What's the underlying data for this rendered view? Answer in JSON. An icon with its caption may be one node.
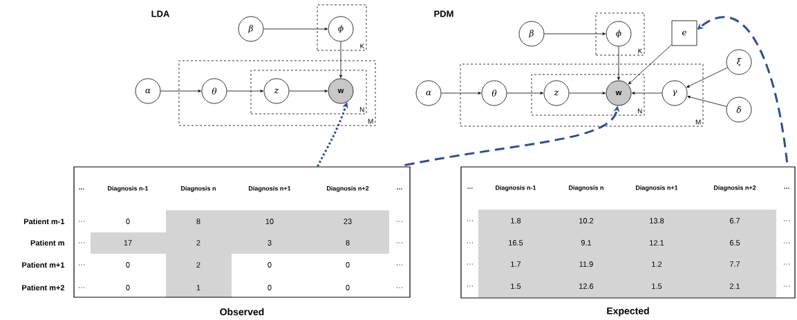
{
  "diagram": {
    "nodes": [
      {
        "text": [
          "K"
        ]
      },
      {
        "text": [
          "β"
        ]
      },
      {
        "text": [
          "ϕ"
        ],
        "in": 0
      },
      {
        "text": [
          "M"
        ]
      },
      {
        "text": [
          "α"
        ]
      },
      {
        "text": [
          "θ"
        ],
        "in": 3
      },
      {
        "text": [
          "N"
        ],
        "in": 3
      },
      {
        "text": [
          "z"
        ],
        "in": 6
      },
      {
        "text": [
          "w"
        ],
        "in": 6
      },
      {
        "text": [
          "K"
        ]
      },
      {
        "text": [
          "β"
        ]
      },
      {
        "text": [
          "ϕ"
        ],
        "in": 9
      },
      {
        "text": [
          "e"
        ]
      },
      {
        "text": [
          "ξ"
        ]
      },
      {
        "text": [
          "M"
        ]
      },
      {
        "text": [
          "α"
        ]
      },
      {
        "text": [
          "θ"
        ],
        "in": 14
      },
      {
        "text": [
          "N"
        ],
        "in": 14
      },
      {
        "text": [
          "z"
        ],
        "in": 17
      },
      {
        "text": [
          "w"
        ],
        "in": 17
      },
      {
        "text": [
          "γ"
        ],
        "in": 14
      },
      {
        "text": [
          "δ"
        ]
      },
      {
        "text": [
          "Observed"
        ]
      },
      {
        "text": [
          "Expected"
        ]
      }
    ],
    "edges": [
      {
        "from": 1,
        "to": 2,
        "arrow": "to"
      },
      {
        "from": 2,
        "to": 8,
        "arrow": "to"
      },
      {
        "from": 4,
        "to": 5,
        "arrow": "to"
      },
      {
        "from": 5,
        "to": 7,
        "arrow": "to"
      },
      {
        "from": 7,
        "to": 8,
        "arrow": "to"
      },
      {
        "from": 10,
        "to": 11,
        "arrow": "to"
      },
      {
        "from": 11,
        "to": 19,
        "arrow": "to"
      },
      {
        "from": 12,
        "to": 19,
        "arrow": "to"
      },
      {
        "from": 15,
        "to": 16,
        "arrow": "to"
      },
      {
        "from": 16,
        "to": 18,
        "arrow": "to"
      },
      {
        "from": 18,
        "to": 19,
        "arrow": "to"
      },
      {
        "from": 20,
        "to": 19,
        "arrow": "to"
      },
      {
        "from": 13,
        "to": 20,
        "arrow": "to"
      },
      {
        "from": 21,
        "to": 20,
        "arrow": "to"
      },
      {
        "from": 22,
        "to": 8,
        "arrow": "to",
        "style": "dashed",
        "color": "#2a4f9c"
      },
      {
        "from": 22,
        "to": 19,
        "arrow": "to",
        "style": "dashed",
        "color": "#2a4f9c"
      },
      {
        "from": 23,
        "to": 12,
        "arrow": "to",
        "style": "dashed",
        "color": "#2a4f9c"
      }
    ],
    "labels": [
      "LDA",
      "PDM",
      "…",
      "Diagnosis n-1",
      "Diagnosis n",
      "Diagnosis n+1",
      "Diagnosis n+2",
      "…",
      "Patient m-1",
      "…",
      "0",
      "8",
      "10",
      "23",
      "…",
      "Patient m",
      "…",
      "17",
      "2",
      "3",
      "8",
      "…",
      "Patient m+1",
      "…",
      "0",
      "2",
      "0",
      "0",
      "…",
      "Patient m+2",
      "…",
      "0",
      "1",
      "0",
      "0",
      "…",
      "…",
      "Diagnosis n-1",
      "Diagnosis n",
      "Diagnosis n+1",
      "Diagnosis n+2",
      "…",
      "…",
      "1.8",
      "10.2",
      "13.8",
      "6.7",
      "…",
      "…",
      "16.5",
      "9.1",
      "12.1",
      "6.5",
      "…",
      "…",
      "1.7",
      "11.9",
      "1.2",
      "7.7",
      "…",
      "…",
      "1.5",
      "12.6",
      "1.5",
      "2.1",
      "…"
    ]
  }
}
